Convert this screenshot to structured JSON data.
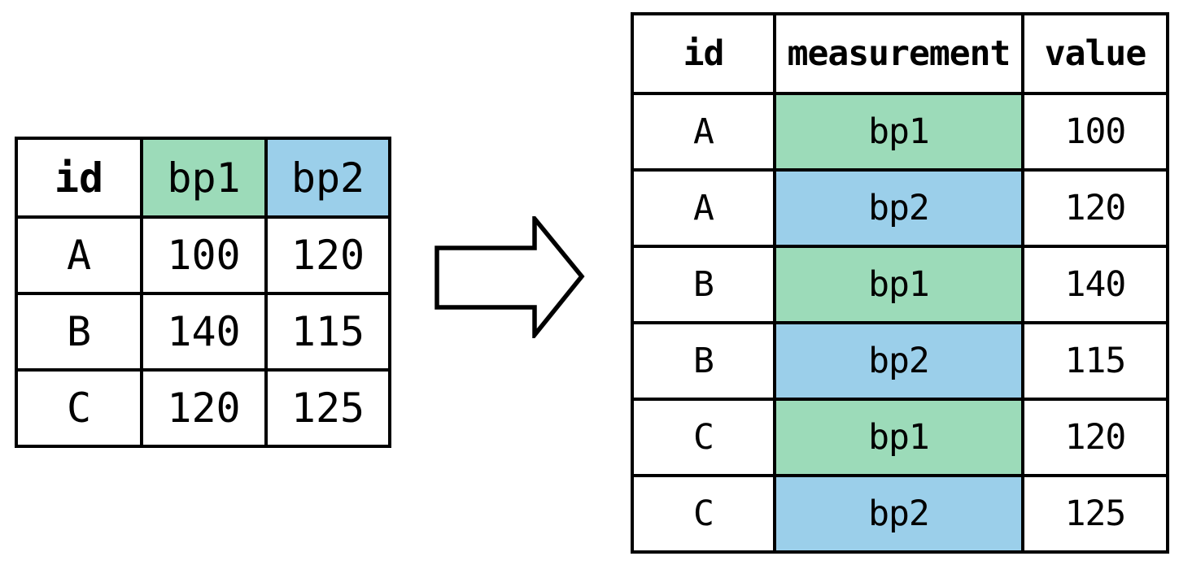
{
  "diagram": {
    "title": "wide-to-long-reshape",
    "arrow_icon": "right-block-arrow"
  },
  "colors": {
    "green": "#9CDBB9",
    "blue": "#9BCFEA",
    "border": "#000000",
    "background": "#FFFFFF",
    "text": "#000000"
  },
  "left_table": {
    "headers": [
      {
        "text": "id",
        "bold": true,
        "bg": "none"
      },
      {
        "text": "bp1",
        "bold": false,
        "bg": "green"
      },
      {
        "text": "bp2",
        "bold": false,
        "bg": "blue"
      }
    ],
    "rows": [
      [
        {
          "text": "A"
        },
        {
          "text": "100"
        },
        {
          "text": "120"
        }
      ],
      [
        {
          "text": "B"
        },
        {
          "text": "140"
        },
        {
          "text": "115"
        }
      ],
      [
        {
          "text": "C"
        },
        {
          "text": "120"
        },
        {
          "text": "125"
        }
      ]
    ]
  },
  "right_table": {
    "headers": [
      {
        "text": "id",
        "bold": true,
        "bg": "none"
      },
      {
        "text": "measurement",
        "bold": true,
        "bg": "none"
      },
      {
        "text": "value",
        "bold": true,
        "bg": "none"
      }
    ],
    "rows": [
      [
        {
          "text": "A"
        },
        {
          "text": "bp1",
          "bg": "green"
        },
        {
          "text": "100"
        }
      ],
      [
        {
          "text": "A"
        },
        {
          "text": "bp2",
          "bg": "blue"
        },
        {
          "text": "120"
        }
      ],
      [
        {
          "text": "B"
        },
        {
          "text": "bp1",
          "bg": "green"
        },
        {
          "text": "140"
        }
      ],
      [
        {
          "text": "B"
        },
        {
          "text": "bp2",
          "bg": "blue"
        },
        {
          "text": "115"
        }
      ],
      [
        {
          "text": "C"
        },
        {
          "text": "bp1",
          "bg": "green"
        },
        {
          "text": "120"
        }
      ],
      [
        {
          "text": "C"
        },
        {
          "text": "bp2",
          "bg": "blue"
        },
        {
          "text": "125"
        }
      ]
    ]
  }
}
